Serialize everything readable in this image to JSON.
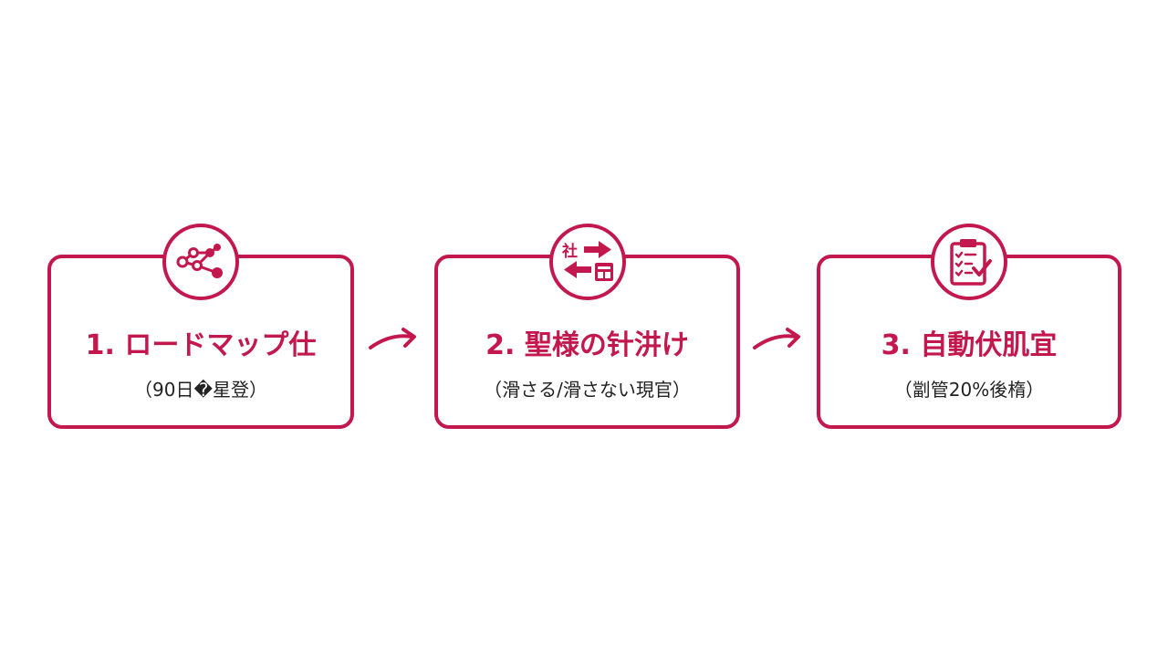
{
  "colors": {
    "accent": "#c3184e",
    "subtitle_text": "#222222",
    "background": "#ffffff"
  },
  "steps": [
    {
      "icon": "network-nodes-icon",
      "title": "1. ロードマップ仕",
      "subtitle": "（90日�星登）"
    },
    {
      "icon": "transfer-arrows-icon",
      "icon_glyph": "社",
      "title": "2. 聖様の针汫け",
      "subtitle": "（滑さる/滑さない現官）"
    },
    {
      "icon": "clipboard-checklist-icon",
      "title": "3. 自動伏肌宜",
      "subtitle": "（劏管20%後楕）"
    }
  ],
  "connectors": [
    "arrow-right-icon",
    "arrow-right-icon"
  ]
}
